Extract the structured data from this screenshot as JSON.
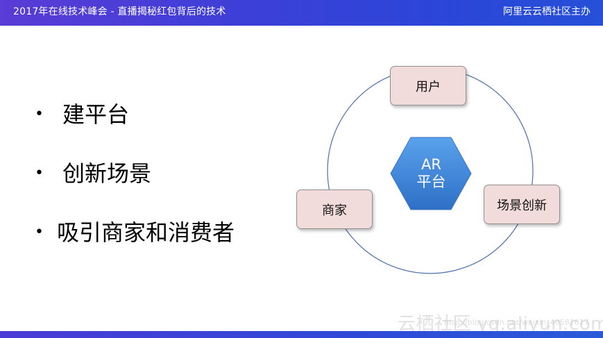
{
  "header": {
    "title": "2017年在线技术峰会 - 直播揭秘红包背后的技术",
    "host": "阿里云云栖社区主办"
  },
  "bullets": [
    {
      "marker": "•",
      "text": "建平台"
    },
    {
      "marker": "•",
      "text": "创新场景"
    },
    {
      "marker": "•",
      "text": "吸引商家和消费者"
    }
  ],
  "diagram": {
    "center": {
      "line1": "AR",
      "line2": "平台"
    },
    "nodes": {
      "user": "用户",
      "merchant": "商家",
      "scenario": "场景创新"
    }
  },
  "watermark": {
    "text": "云栖社区 yq.aliyun.com",
    "sub": "http://blog.csdn.net/weixin_40581617"
  },
  "colors": {
    "header_gradient_start": "#5a3cd6",
    "header_gradient_end": "#2650d8",
    "node_fill": "#f2dcdb",
    "hexagon_top": "#5aa2ec",
    "hexagon_bottom": "#2d6fc6",
    "ring_stroke": "#4a6fa5"
  }
}
